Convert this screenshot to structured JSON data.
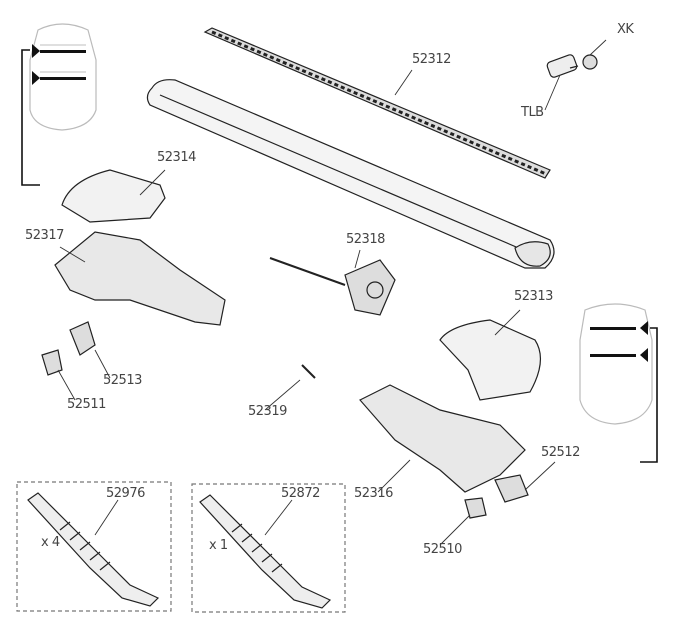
{
  "parts": {
    "xk": "XK",
    "tlb": "TLB",
    "p52312": "52312",
    "p52314": "52314",
    "p52317": "52317",
    "p52318": "52318",
    "p52313": "52313",
    "p52513": "52513",
    "p52511": "52511",
    "p52319": "52319",
    "p52316": "52316",
    "p52512": "52512",
    "p52510": "52510",
    "p52976": "52976",
    "p52872": "52872"
  },
  "quantities": {
    "q52976": "x 4",
    "q52872": "x 1"
  }
}
